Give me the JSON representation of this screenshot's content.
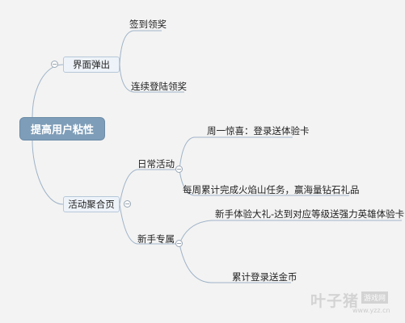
{
  "root": {
    "label": "提高用户粘性"
  },
  "branches": [
    {
      "label": "界面弹出",
      "children": [
        {
          "label": "签到领奖"
        },
        {
          "label": "连续登陆领奖"
        }
      ]
    },
    {
      "label": "活动聚合页",
      "children": [
        {
          "label": "日常活动",
          "children": [
            {
              "label": "周一惊喜：登录送体验卡"
            },
            {
              "label": "每周累计完成火焰山任务，赢海量钻石礼品"
            }
          ]
        },
        {
          "label": "新手专属",
          "children": [
            {
              "label": "新手体验大礼-达到对应等级送强力英雄体验卡"
            },
            {
              "label": "累计登录送金币"
            }
          ]
        }
      ]
    }
  ],
  "toggle_symbol": "−",
  "watermark": {
    "main": "叶子猪",
    "tag": "游戏网",
    "url": "www.yzz.cn"
  },
  "colors": {
    "root_fill": "#7e9db8",
    "line": "#9fb3c8",
    "background": "#f3f3f3"
  }
}
